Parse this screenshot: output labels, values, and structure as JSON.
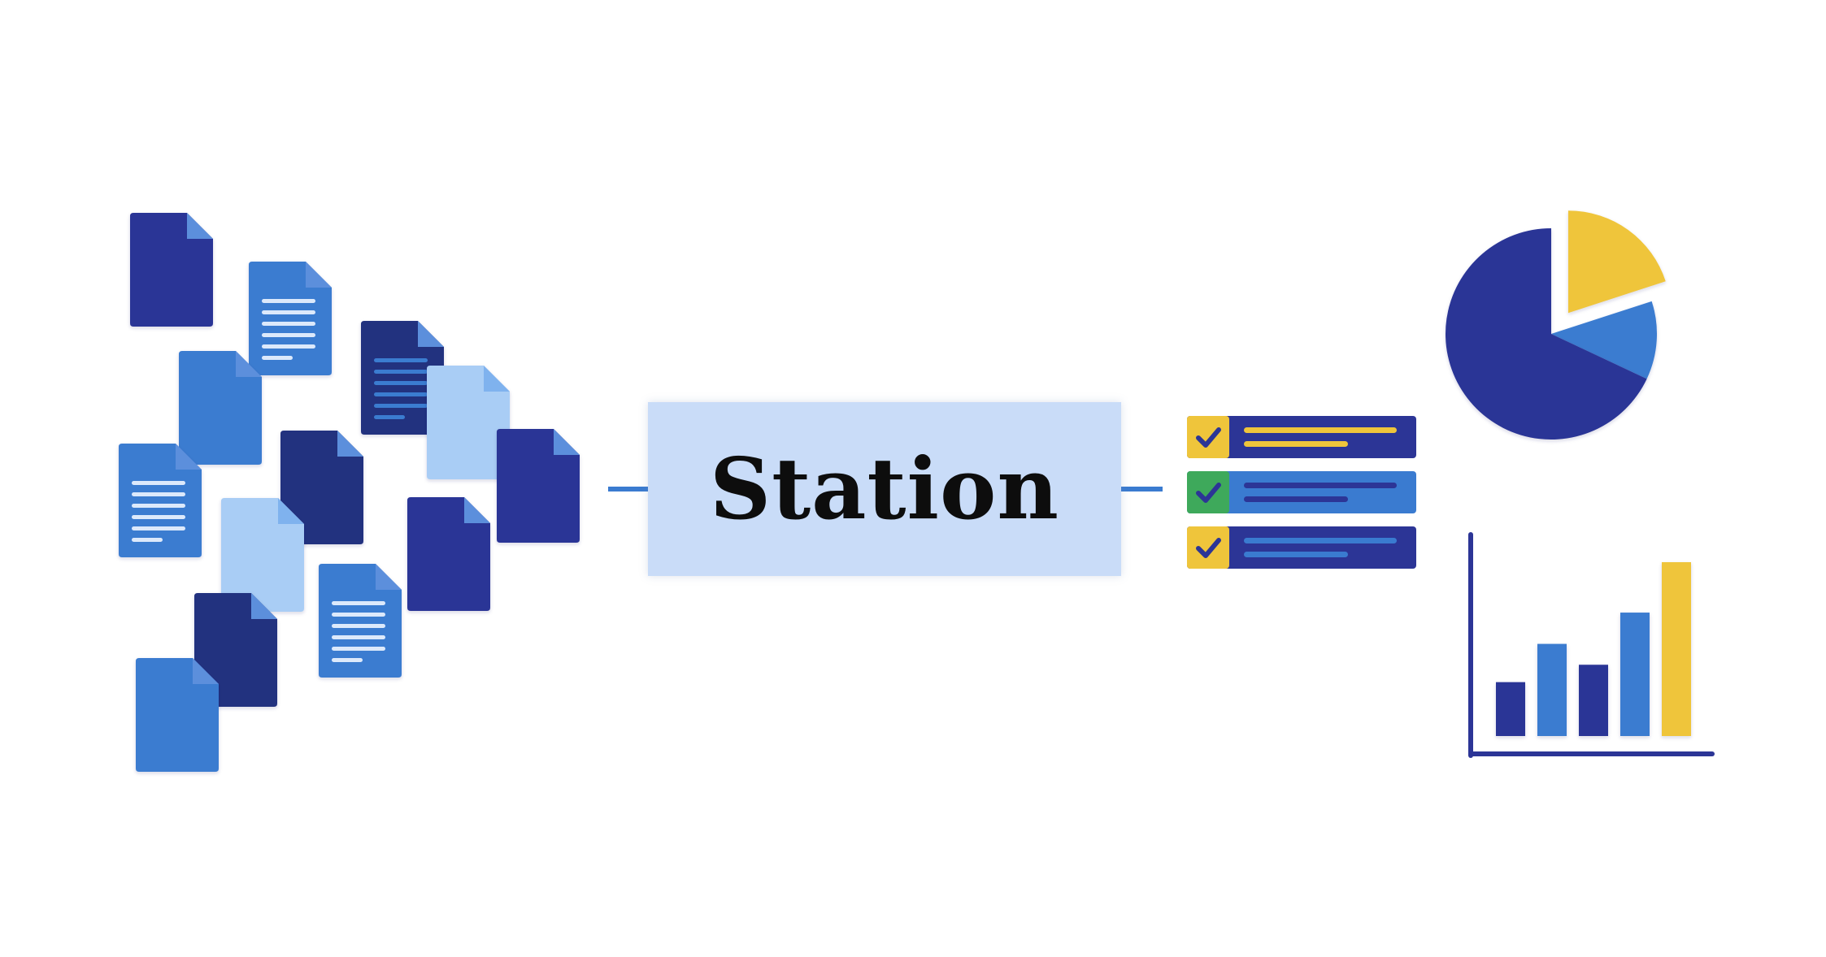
{
  "station": {
    "label": "Station"
  },
  "colors": {
    "navy": "#2c3596",
    "dark_navy": "#24307f",
    "mid_blue": "#3a7bd0",
    "light_blue": "#a9cdf5",
    "yellow": "#efc53b",
    "green": "#3ea95b",
    "connector": "#3a7bd0",
    "station_fill": "#c9dcf8",
    "doc_lines": "#dce9fb",
    "check": "#2c3596"
  },
  "icons": {
    "input": "document-icon",
    "checklist": "checklist-icon",
    "pie": "pie-chart-icon",
    "bar": "bar-chart-icon"
  },
  "checklist": {
    "items": [
      {
        "status_color": "#efc53b",
        "bar_color": "#2c3596",
        "line_color": "#efc53b"
      },
      {
        "status_color": "#3ea95b",
        "bar_color": "#3a7bd0",
        "line_color": "#2c3596"
      },
      {
        "status_color": "#efc53b",
        "bar_color": "#2c3596",
        "line_color": "#3a7bd0"
      }
    ]
  },
  "chart_data": [
    {
      "type": "pie",
      "values": [
        68,
        12,
        20
      ],
      "colors": [
        "#2c3596",
        "#3a7bd0",
        "#efc53b"
      ],
      "exploded": [
        false,
        false,
        true
      ]
    },
    {
      "type": "bar",
      "values": [
        0.31,
        0.53,
        0.41,
        0.71,
        1.0
      ],
      "colors": [
        "#2c3596",
        "#3a7bd0",
        "#2c3596",
        "#3a7bd0",
        "#efc53b"
      ]
    }
  ]
}
